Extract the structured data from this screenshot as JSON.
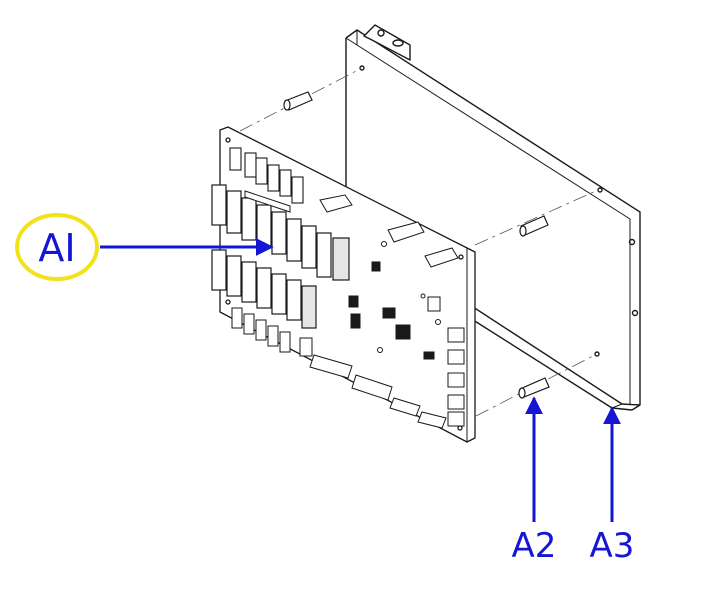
{
  "diagram": {
    "callouts": {
      "a1": "AI",
      "a2": "A2",
      "a3": "A3"
    },
    "colors": {
      "line": "#1a1a1a",
      "arrow": "#1515d4",
      "label": "#1515d4",
      "highlight": "#f2e21c",
      "background": "#ffffff"
    }
  }
}
